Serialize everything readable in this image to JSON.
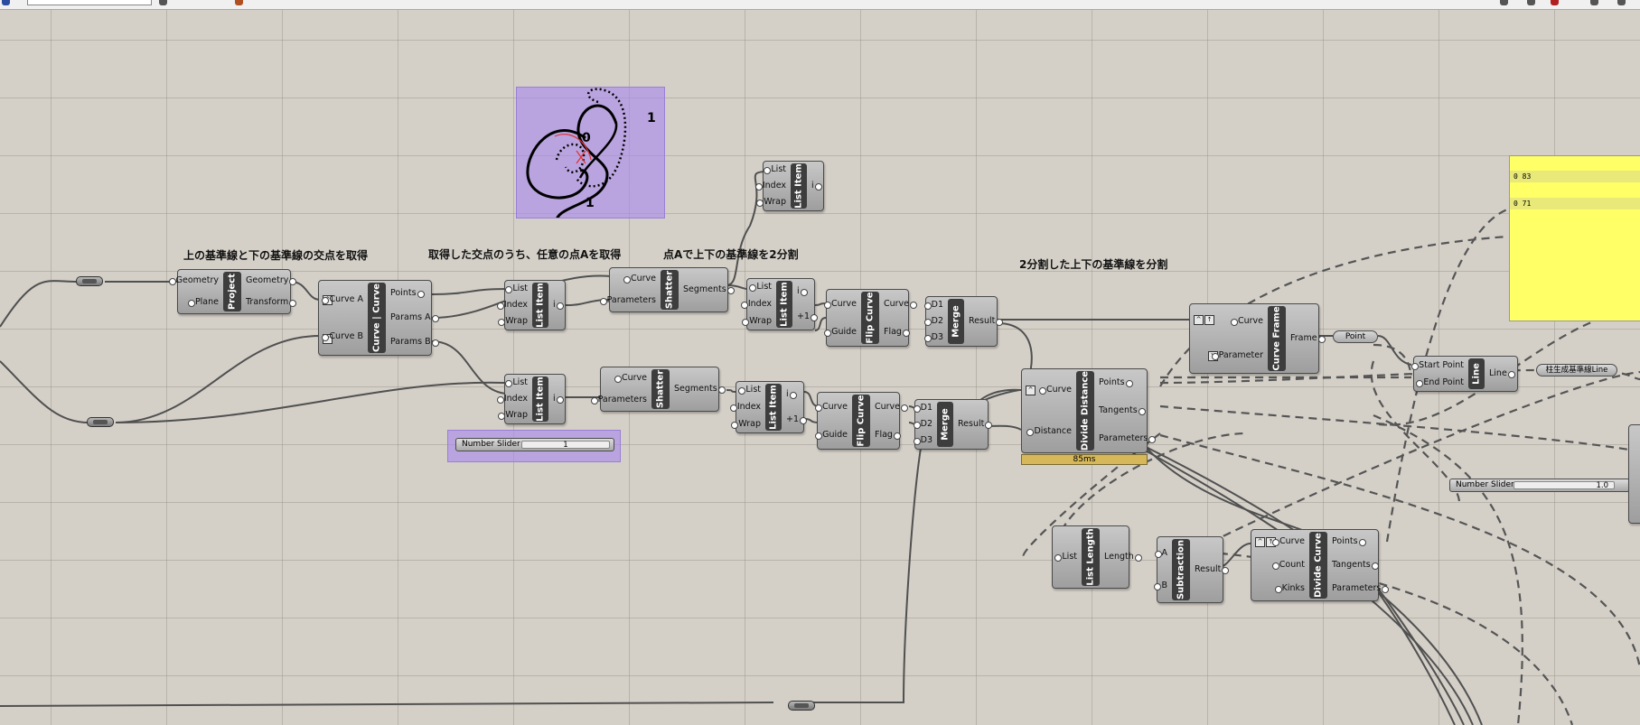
{
  "canvas": {
    "annotations": [
      "上の基準線と下の基準線の交点を取得",
      "取得した交点のうち、任意の点Aを取得",
      "点Aで上下の基準線を2分割",
      "2分割した上下の基準線を分割"
    ],
    "preview_labels": [
      "0",
      "1",
      "1"
    ],
    "panel_rows": [
      "0  83",
      "0  71"
    ],
    "timer": "85ms",
    "slider1": {
      "name": "Number Slider",
      "value": "1"
    },
    "slider2": {
      "name": "Number Slider",
      "value": "1.0"
    },
    "param_point": "Point",
    "param_line_name": "柱生成基準線Line",
    "components": {
      "project": {
        "title": "Project",
        "inputs": [
          "Geometry",
          "Plane"
        ],
        "outputs": [
          "Geometry",
          "Transform"
        ]
      },
      "ccx": {
        "title": "Curve | Curve",
        "inputs": [
          "Curve A",
          "Curve B"
        ],
        "outputs": [
          "Points",
          "Params A",
          "Params B"
        ]
      },
      "listitem1": {
        "title": "List Item",
        "inputs": [
          "List",
          "Index",
          "Wrap"
        ],
        "outputs": [
          "i"
        ]
      },
      "listitem2": {
        "title": "List Item",
        "inputs": [
          "List",
          "Index",
          "Wrap"
        ],
        "outputs": [
          "i"
        ]
      },
      "listitem3": {
        "title": "List Item",
        "inputs": [
          "List",
          "Index",
          "Wrap"
        ],
        "outputs": [
          "i"
        ]
      },
      "listitem4": {
        "title": "List Item",
        "inputs": [
          "List",
          "Index",
          "Wrap"
        ],
        "outputs": [
          "i",
          "+1"
        ]
      },
      "listitem5": {
        "title": "List Item",
        "inputs": [
          "List",
          "Index",
          "Wrap"
        ],
        "outputs": [
          "i",
          "+1"
        ]
      },
      "shatter1": {
        "title": "Shatter",
        "inputs": [
          "Curve",
          "Parameters"
        ],
        "outputs": [
          "Segments"
        ]
      },
      "shatter2": {
        "title": "Shatter",
        "inputs": [
          "Curve",
          "Parameters"
        ],
        "outputs": [
          "Segments"
        ]
      },
      "flip1": {
        "title": "Flip Curve",
        "inputs": [
          "Curve",
          "Guide"
        ],
        "outputs": [
          "Curve",
          "Flag"
        ]
      },
      "flip2": {
        "title": "Flip Curve",
        "inputs": [
          "Curve",
          "Guide"
        ],
        "outputs": [
          "Curve",
          "Flag"
        ]
      },
      "merge1": {
        "title": "Merge",
        "inputs": [
          "D1",
          "D2",
          "D3"
        ],
        "outputs": [
          "Result"
        ]
      },
      "merge2": {
        "title": "Merge",
        "inputs": [
          "D1",
          "D2",
          "D3"
        ],
        "outputs": [
          "Result"
        ]
      },
      "curveframe": {
        "title": "Curve Frame",
        "inputs": [
          "Curve",
          "Parameter"
        ],
        "outputs": [
          "Frame"
        ]
      },
      "divdist": {
        "title": "Divide Distance",
        "inputs": [
          "Curve",
          "Distance"
        ],
        "outputs": [
          "Points",
          "Tangents",
          "Parameters"
        ]
      },
      "line": {
        "title": "Line",
        "inputs": [
          "Start Point",
          "End Point"
        ],
        "outputs": [
          "Line"
        ]
      },
      "listlength": {
        "title": "List Length",
        "inputs": [
          "List"
        ],
        "outputs": [
          "Length"
        ]
      },
      "subtraction": {
        "title": "Subtraction",
        "inputs": [
          "A",
          "B"
        ],
        "outputs": [
          "Result"
        ]
      },
      "divcurve": {
        "title": "Divide Curve",
        "inputs": [
          "Curve",
          "Count",
          "Kinks"
        ],
        "outputs": [
          "Points",
          "Tangents",
          "Parameters"
        ]
      }
    }
  },
  "colors": {
    "canvas": "#d4d0c8",
    "group": "#b49cea",
    "panel": "#ffff66",
    "wire": "#4a4a4a"
  }
}
